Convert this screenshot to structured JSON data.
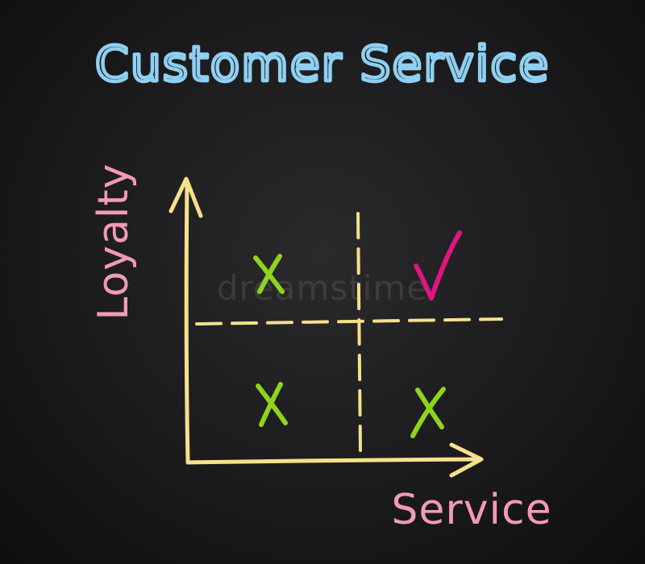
{
  "title": "Customer Service",
  "y_axis_label": "Loyalty",
  "x_axis_label": "Service",
  "watermark": "dreamstime",
  "quadrants": {
    "top_left": "X",
    "top_right": "✓",
    "bottom_left": "X",
    "bottom_right": "X"
  },
  "colors": {
    "background": "#1b1b1d",
    "title": "#8fd0f2",
    "axis_labels": "#f19bb3",
    "axes": "#f6e08a",
    "cross_marks": "#8ed41d",
    "check_mark": "#e0157d"
  }
}
